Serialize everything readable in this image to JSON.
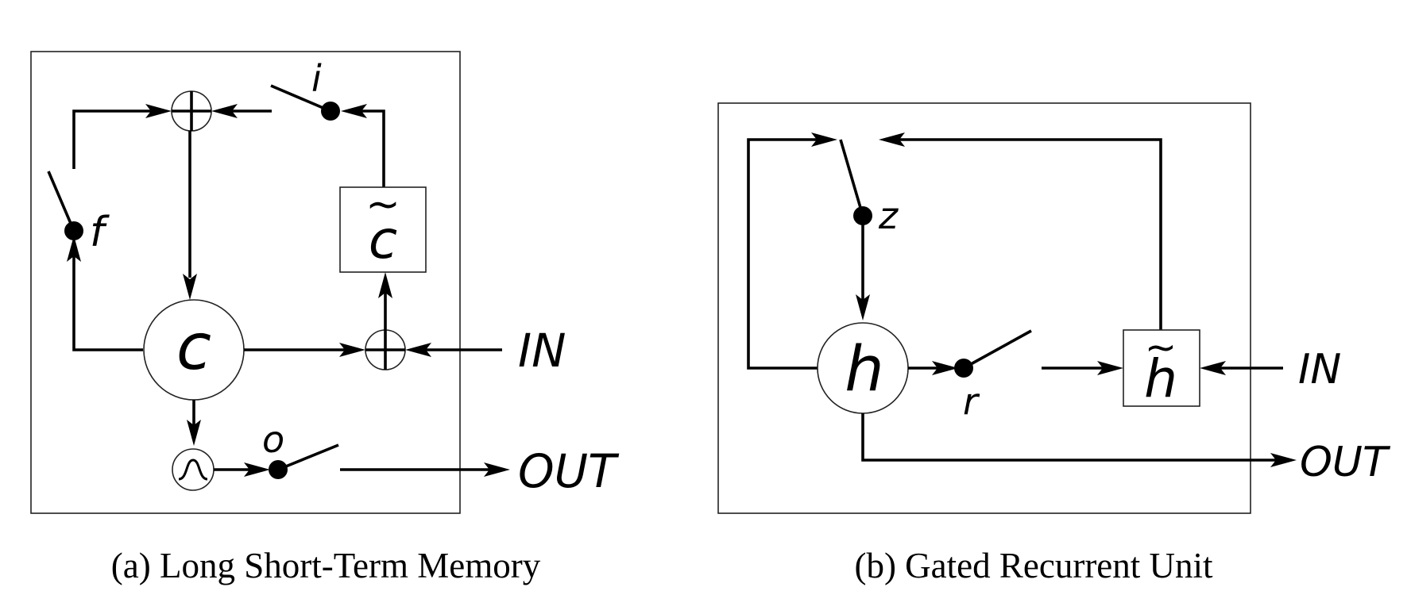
{
  "panels": {
    "lstm": {
      "caption": "(a) Long Short-Term Memory",
      "cell_label": "c",
      "candidate_label": "c",
      "forget_gate_label": "f",
      "input_gate_label": "i",
      "output_gate_label": "o",
      "input_label": "IN",
      "output_label": "OUT"
    },
    "gru": {
      "caption": "(b) Gated Recurrent Unit",
      "state_label": "h",
      "candidate_label": "h",
      "update_gate_label": "z",
      "reset_gate_label": "r",
      "input_label": "IN",
      "output_label": "OUT"
    }
  },
  "colors": {
    "line": "#000000",
    "frame": "#222222",
    "background": "#ffffff"
  },
  "icons": {
    "tilde": "tilde-accent",
    "sum": "circled-plus-icon",
    "activation": "sigmoid-icon"
  }
}
